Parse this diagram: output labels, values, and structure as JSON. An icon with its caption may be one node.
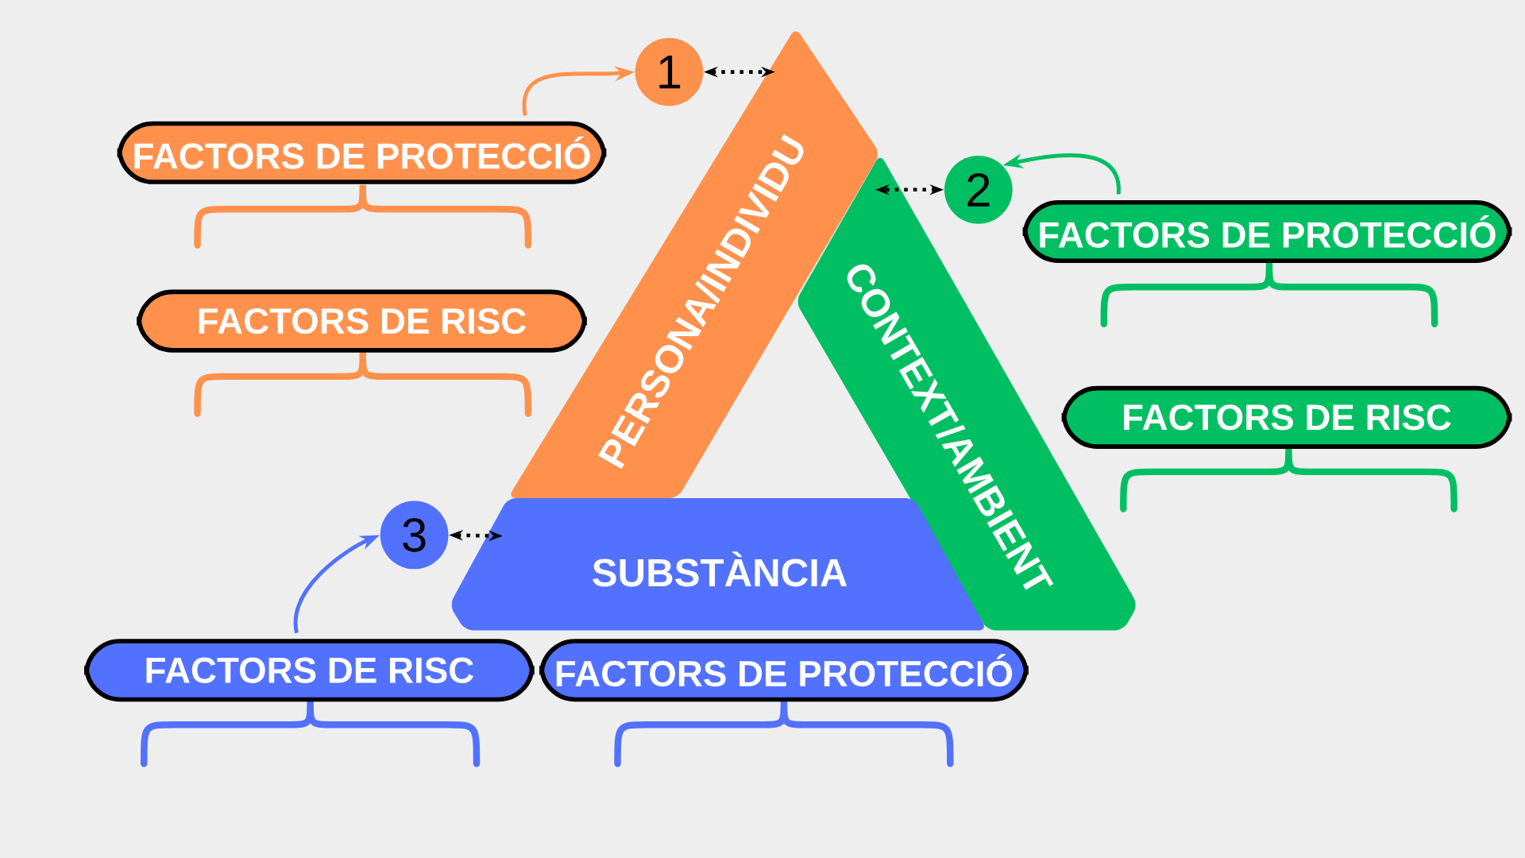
{
  "diagram": {
    "nodes": [
      {
        "text": [
          "PERSONA/INDIVIDU"
        ]
      },
      {
        "text": [
          "CONTEXT/AMBIENT"
        ]
      },
      {
        "text": [
          "SUBSTÀNCIA"
        ]
      },
      {
        "text": [
          "1"
        ]
      },
      {
        "text": [
          "2"
        ]
      },
      {
        "text": [
          "3"
        ]
      },
      {
        "text": [
          "FACTORS DE PROTECCIÓ"
        ]
      },
      {
        "text": [
          "FACTORS DE RISC"
        ]
      },
      {
        "text": [
          "FACTORS DE PROTECCIÓ"
        ]
      },
      {
        "text": [
          "FACTORS DE RISC"
        ]
      },
      {
        "text": [
          "FACTORS DE RISC"
        ]
      },
      {
        "text": [
          "FACTORS DE PROTECCIÓ"
        ]
      }
    ],
    "edges": [
      {
        "from": 3,
        "to": 0,
        "arrow": "both",
        "style": "dashed",
        "color": "#000000"
      },
      {
        "from": 4,
        "to": 1,
        "arrow": "both",
        "style": "dashed",
        "color": "#000000"
      },
      {
        "from": 5,
        "to": 2,
        "arrow": "both",
        "style": "dashed",
        "color": "#000000"
      },
      {
        "from": 6,
        "to": 3,
        "arrow": "to",
        "color": "#ff914d"
      },
      {
        "from": 8,
        "to": 4,
        "arrow": "to",
        "color": "#00bf63"
      },
      {
        "from": 10,
        "to": 5,
        "arrow": "to",
        "color": "#5271ff"
      }
    ]
  }
}
